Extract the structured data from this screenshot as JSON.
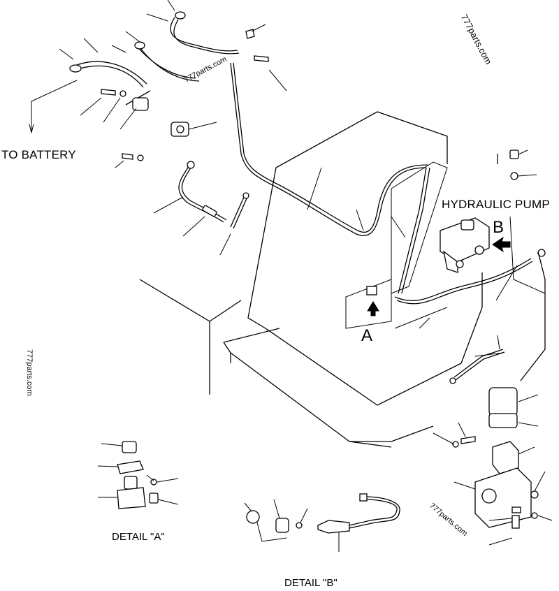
{
  "labels": {
    "to_battery": "TO BATTERY",
    "hydraulic_pump": "HYDRAULIC PUMP",
    "view_a": "A",
    "view_b": "B",
    "detail_a": "DETAIL \"A\"",
    "detail_b": "DETAIL \"B\""
  },
  "watermarks": [
    "777parts.com",
    "777parts.com",
    "777parts.com",
    "777parts.com"
  ]
}
